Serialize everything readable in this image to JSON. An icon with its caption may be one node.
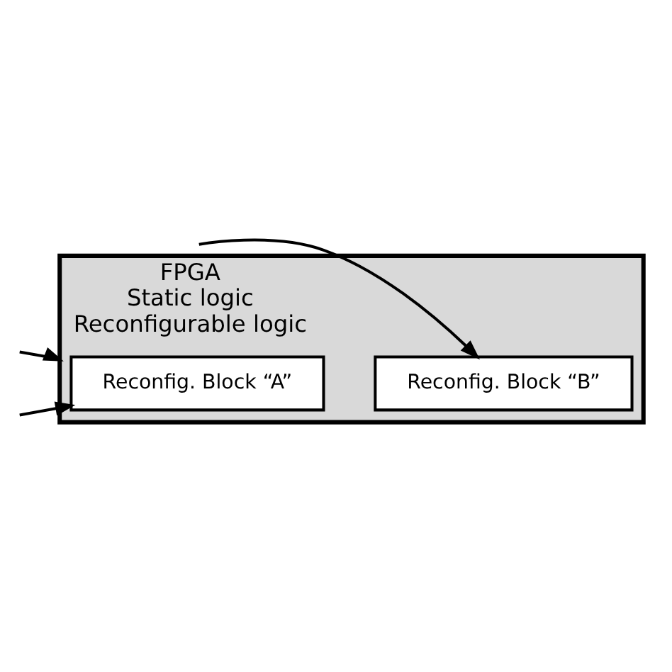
{
  "diagram": {
    "nodes": [
      {
        "text": [
          "FPGA",
          "Static logic",
          "Reconfigurable logic"
        ]
      },
      {
        "text": [
          "Reconfig. Block “A”"
        ],
        "in": 0
      },
      {
        "text": [
          "Reconfig. Block “B”"
        ],
        "in": 0
      }
    ],
    "edges": [
      {
        "from": null,
        "to": 0,
        "arrow": "to"
      },
      {
        "from": null,
        "to": 1,
        "arrow": "to"
      },
      {
        "from": null,
        "to": 2,
        "arrow": "to"
      }
    ]
  }
}
